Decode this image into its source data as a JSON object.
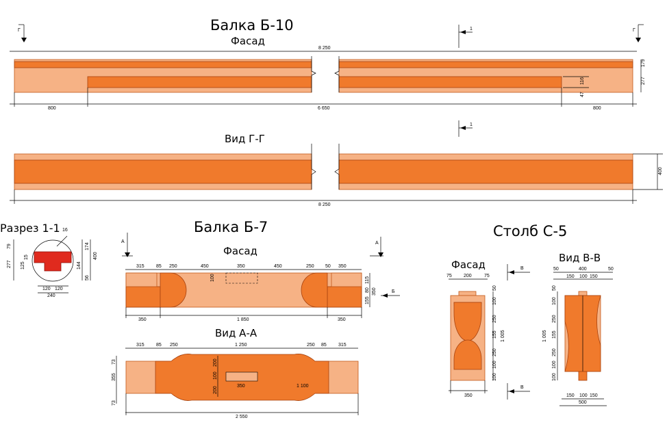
{
  "beam10": {
    "title": "Балка Б-10",
    "view1": "Фасад",
    "view2": "Вид Г-Г",
    "section_mark": "Г",
    "cut_mark": "1",
    "dims": {
      "total": "8 250",
      "left": "800",
      "middle": "6 650",
      "right": "800",
      "h_top": "179",
      "h_full": "277",
      "h_step1": "116",
      "h_step2": "47",
      "width": "400"
    }
  },
  "section11": {
    "title": "Разрез 1-1",
    "dims": {
      "d16": "16",
      "d79": "79",
      "d277": "277",
      "d144": "144",
      "d174": "174",
      "d400": "400",
      "d56": "56",
      "d15": "15",
      "d125": "125",
      "w120a": "120",
      "w120b": "120",
      "w240": "240"
    }
  },
  "beam7": {
    "title": "Балка Б-7",
    "view1": "Фасад",
    "view2": "Вид А-А",
    "section_mark": "А",
    "side_mark": "Б",
    "top_dims": [
      "315",
      "85",
      "250",
      "450",
      "350",
      "450",
      "250",
      "50",
      "350"
    ],
    "bottom_dims": [
      "350",
      "1 850",
      "350"
    ],
    "right_dims": [
      "115",
      "80",
      "155",
      "350"
    ],
    "slot_h": "100",
    "plan_top_dims": [
      "315",
      "85",
      "250",
      "1 250",
      "250",
      "85",
      "315"
    ],
    "plan_left_dims": [
      "73",
      "355",
      "73"
    ],
    "plan_inner_dims": [
      "200",
      "100",
      "200"
    ],
    "plan_slot": "350",
    "plan_inner_len": "1 100",
    "plan_total": "2 550"
  },
  "column5": {
    "title": "Столб С-5",
    "view1": "Фасад",
    "view2": "Вид В-В",
    "section_mark": "В",
    "facade_top": [
      "75",
      "200",
      "75"
    ],
    "facade_right": [
      "50",
      "100",
      "250",
      "155",
      "250",
      "100",
      "100"
    ],
    "facade_total_h": "1 005",
    "facade_width": "350",
    "side_top": [
      "50",
      "400",
      "50"
    ],
    "side_top2": [
      "150",
      "100",
      "150"
    ],
    "side_left": [
      "50",
      "100",
      "250",
      "155",
      "250",
      "100",
      "100"
    ],
    "side_total_h": "1 005",
    "side_bottom": [
      "150",
      "100",
      "150"
    ],
    "side_width": "500"
  }
}
